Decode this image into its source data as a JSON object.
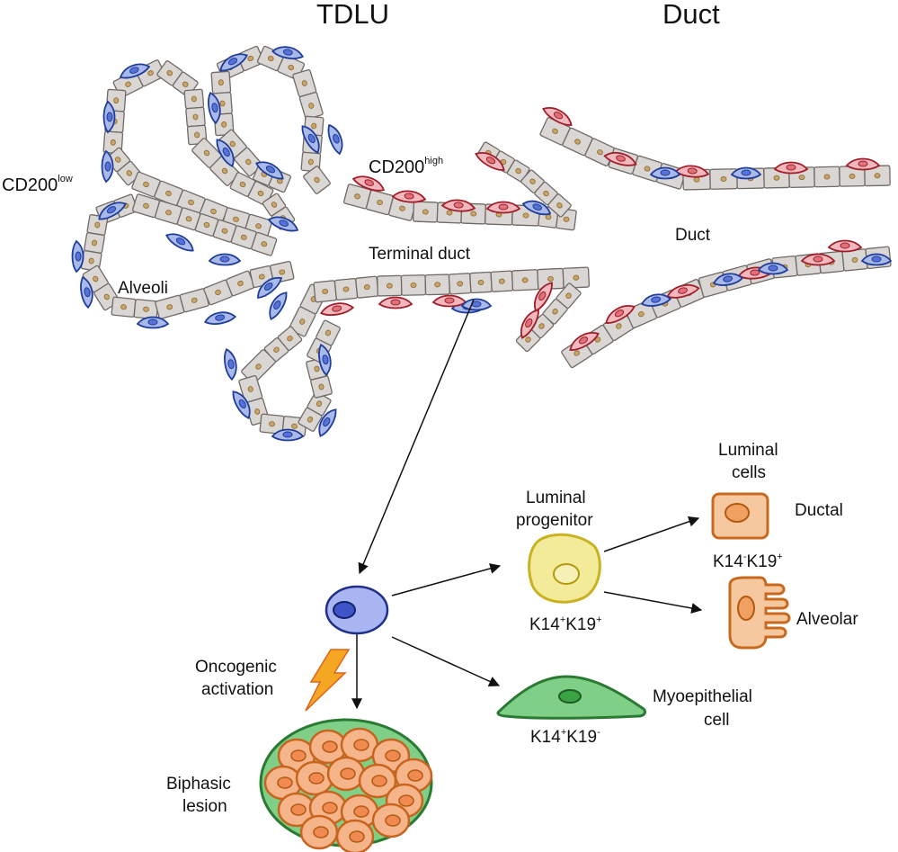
{
  "titles": {
    "tdlu": "TDLU",
    "duct": "Duct"
  },
  "labels": {
    "cd200_low": "CD200",
    "cd200_low_sup": "low",
    "cd200_high": "CD200",
    "cd200_high_sup": "high",
    "alveoli": "Alveoli",
    "terminal_duct": "Terminal duct",
    "duct_small": "Duct",
    "luminal_progenitor_1": "Luminal",
    "luminal_progenitor_2": "progenitor",
    "luminal_cells_1": "Luminal",
    "luminal_cells_2": "cells",
    "ductal": "Ductal",
    "alveolar": "Alveolar",
    "myoepithelial_1": "Myoepithelial",
    "myoepithelial_2": "cell",
    "oncogenic_1": "Oncogenic",
    "oncogenic_2": "activation",
    "biphasic_1": "Biphasic",
    "biphasic_2": "lesion"
  },
  "markers": {
    "progenitor": {
      "k14": "K14",
      "k14_sign": "+",
      "k19": "K19",
      "k19_sign": "+"
    },
    "luminal": {
      "k14": "K14",
      "k14_sign": "-",
      "k19": "K19",
      "k19_sign": "+"
    },
    "myoepithelial": {
      "k14": "K14",
      "k14_sign": "+",
      "k19": "K19",
      "k19_sign": "-"
    }
  },
  "colors": {
    "luminal_fill": "#d9d6d4",
    "luminal_stroke": "#6f6a66",
    "nucleus_tan": "#c9a46a",
    "cd200_low_fill": "#a9b9ea",
    "cd200_low_stroke": "#1f3d9a",
    "cd200_high_fill": "#f2b8bd",
    "cd200_high_stroke": "#a01e2a",
    "progenitor_fill": "#f4eb9a",
    "progenitor_stroke": "#c8b220",
    "luminal_cell_fill": "#f6c8a0",
    "luminal_cell_stroke": "#c86a1e",
    "myo_fill": "#7fcf86",
    "myo_stroke": "#2a7a34",
    "stem_fill": "#a9b6f2",
    "stem_stroke": "#1f2f8a",
    "bolt": "#f5a623"
  }
}
